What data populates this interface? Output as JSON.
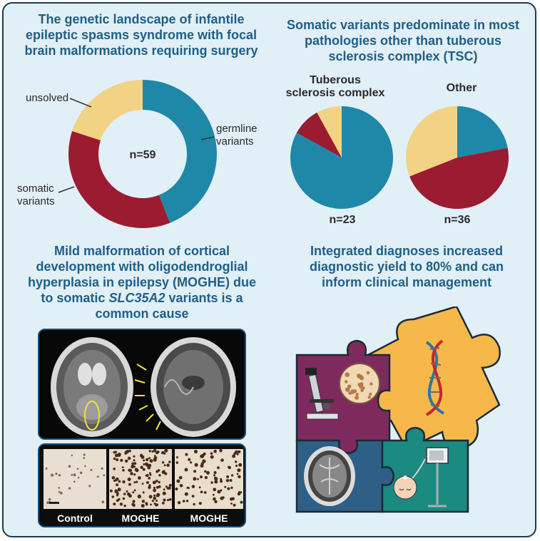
{
  "panel1": {
    "title": "The genetic landscape of infantile epileptic spasms syndrome with focal brain malformations requiring surgery",
    "center_label": "n=59",
    "labels": {
      "germline": "germline variants",
      "somatic": "somatic variants",
      "unsolved": "unsolved"
    }
  },
  "panel2": {
    "title": "Somatic variants predominate in most pathologies other than tuberous sclerosis complex (TSC)",
    "tsc_label": "Tuberous sclerosis complex",
    "other_label": "Other",
    "tsc_n": "n=23",
    "other_n": "n=36"
  },
  "panel3": {
    "title_part1": "Mild malformation of cortical development with oligodendroglial hyperplasia in epilepsy (MOGHE) due to somatic ",
    "title_italic": "SLC35A2",
    "title_part2": " variants is a common cause",
    "histo_labels": [
      "Control",
      "MOGHE",
      "MOGHE"
    ]
  },
  "panel4": {
    "title": "Integrated diagnoses increased diagnostic yield to 80% and can inform clinical management"
  },
  "colors": {
    "germline": "#1f88a8",
    "somatic": "#9b1b30",
    "unsolved": "#f2d285",
    "title": "#1f5f86",
    "background": "#e1eff7",
    "puzzle_yellow": "#f6b84a",
    "puzzle_purple": "#7f2a5e",
    "puzzle_blue": "#2e5f86",
    "puzzle_teal": "#1b8a80"
  },
  "chart_data": [
    {
      "type": "pie",
      "variant": "donut",
      "center_text": "n=59",
      "slices": [
        {
          "label": "germline variants",
          "value": 44
        },
        {
          "label": "somatic variants",
          "value": 36
        },
        {
          "label": "unsolved",
          "value": 20
        }
      ]
    },
    {
      "type": "pie",
      "title": "Tuberous sclerosis complex",
      "n": "n=23",
      "slices": [
        {
          "label": "germline variants",
          "value": 83
        },
        {
          "label": "somatic variants",
          "value": 9
        },
        {
          "label": "unsolved",
          "value": 8
        }
      ]
    },
    {
      "type": "pie",
      "title": "Other",
      "n": "n=36",
      "slices": [
        {
          "label": "germline variants",
          "value": 22
        },
        {
          "label": "somatic variants",
          "value": 47
        },
        {
          "label": "unsolved",
          "value": 31
        }
      ]
    }
  ]
}
